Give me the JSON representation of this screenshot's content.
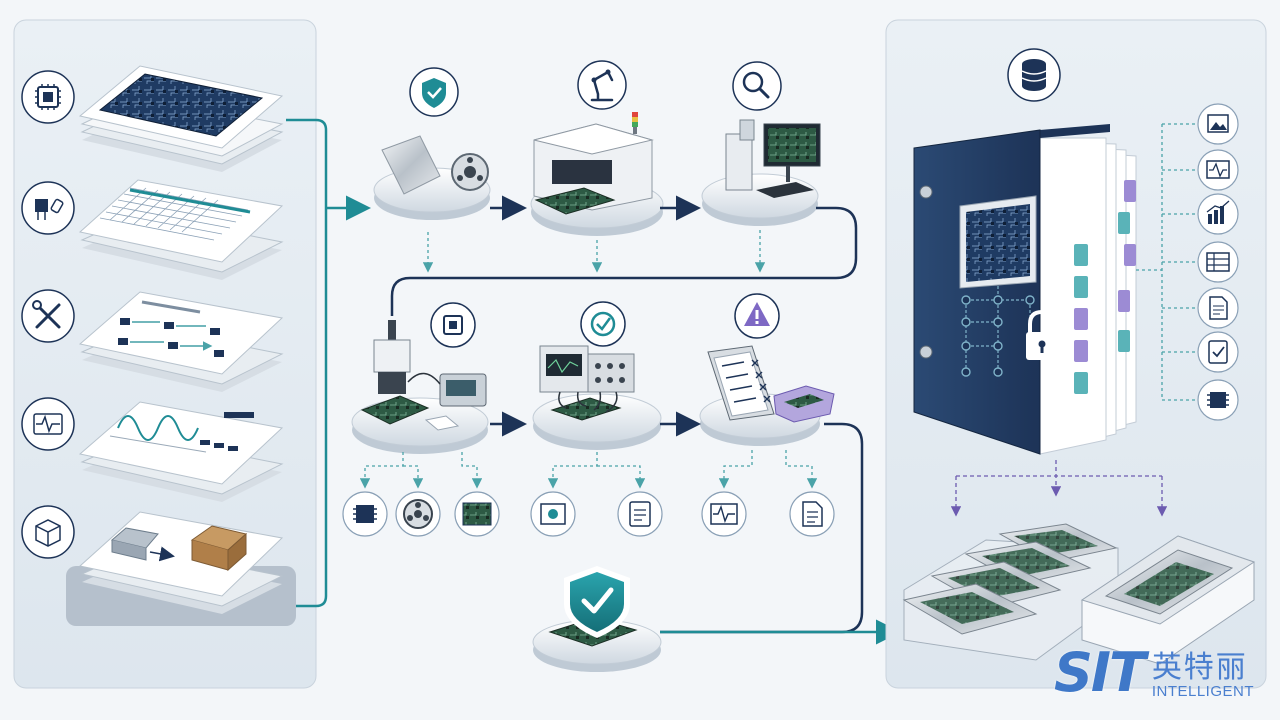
{
  "logo": {
    "mark": "SIT",
    "cn": "英特丽",
    "en": "INTELLIGENT"
  },
  "colors": {
    "teal": "#1f8c95",
    "navy": "#1d3357",
    "purple": "#7e68c4",
    "panel": "#e7edf3",
    "line_dash": "#4aa3a8"
  },
  "icons": {
    "left_column": [
      "chip-icon",
      "components-icon",
      "tools-icon",
      "waveform-icon",
      "box-icon"
    ],
    "process_top": [
      "shield-check-icon",
      "robot-arm-icon",
      "magnifier-icon"
    ],
    "process_middle": [
      "chip-icon",
      "check-circle-icon",
      "warning-icon"
    ],
    "process_bottom": [
      "shield-check-icon"
    ],
    "binder_side": [
      "image-icon",
      "waveform-icon",
      "bar-chart-icon",
      "table-icon",
      "document-icon",
      "checklist-icon",
      "chip-icon"
    ],
    "binder_top": "database-icon",
    "sub_icons": [
      "chip-icon",
      "reel-icon",
      "board-image-icon",
      "gear-icon",
      "document-icon",
      "waveform-icon",
      "document-icon"
    ]
  }
}
